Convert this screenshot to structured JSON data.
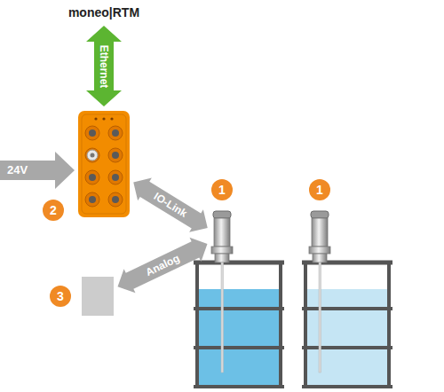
{
  "diagram": {
    "nodes": [
      {
        "text": [
          "moneo|RTM"
        ]
      },
      {
        "text": [
          "2"
        ]
      },
      {
        "text": [
          "3"
        ]
      },
      {
        "text": [
          "1"
        ]
      },
      {
        "text": [
          "1"
        ]
      }
    ],
    "edges": [
      {
        "from": 0,
        "to": 1,
        "label": "Ethernet",
        "arrow": "both"
      },
      {
        "from": 1,
        "to": 3,
        "label": "IO-Link",
        "arrow": "both"
      },
      {
        "from": 2,
        "to": 3,
        "label": "Analog",
        "arrow": "both"
      }
    ],
    "labels": [
      "24V"
    ]
  }
}
